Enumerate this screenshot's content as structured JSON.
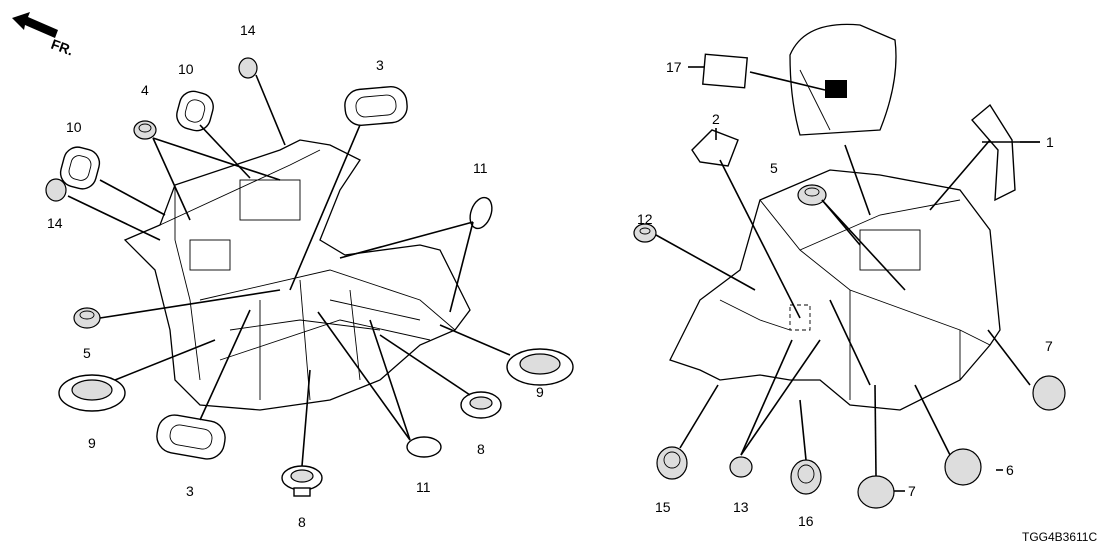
{
  "direction_label": "FR.",
  "diagram_code": "TGG4B3611C",
  "callouts": {
    "c14a": "14",
    "c10a": "10",
    "c4": "4",
    "c3a": "3",
    "c10b": "10",
    "c14b": "14",
    "c11a": "11",
    "c5a": "5",
    "c9a": "9",
    "c3b": "3",
    "c8a": "8",
    "c11b": "11",
    "c8b": "8",
    "c9b": "9",
    "c17": "17",
    "c2": "2",
    "c1": "1",
    "c5b": "5",
    "c12": "12",
    "c7a": "7",
    "c6": "6",
    "c7b": "7",
    "c15": "15",
    "c13": "13",
    "c16": "16"
  }
}
